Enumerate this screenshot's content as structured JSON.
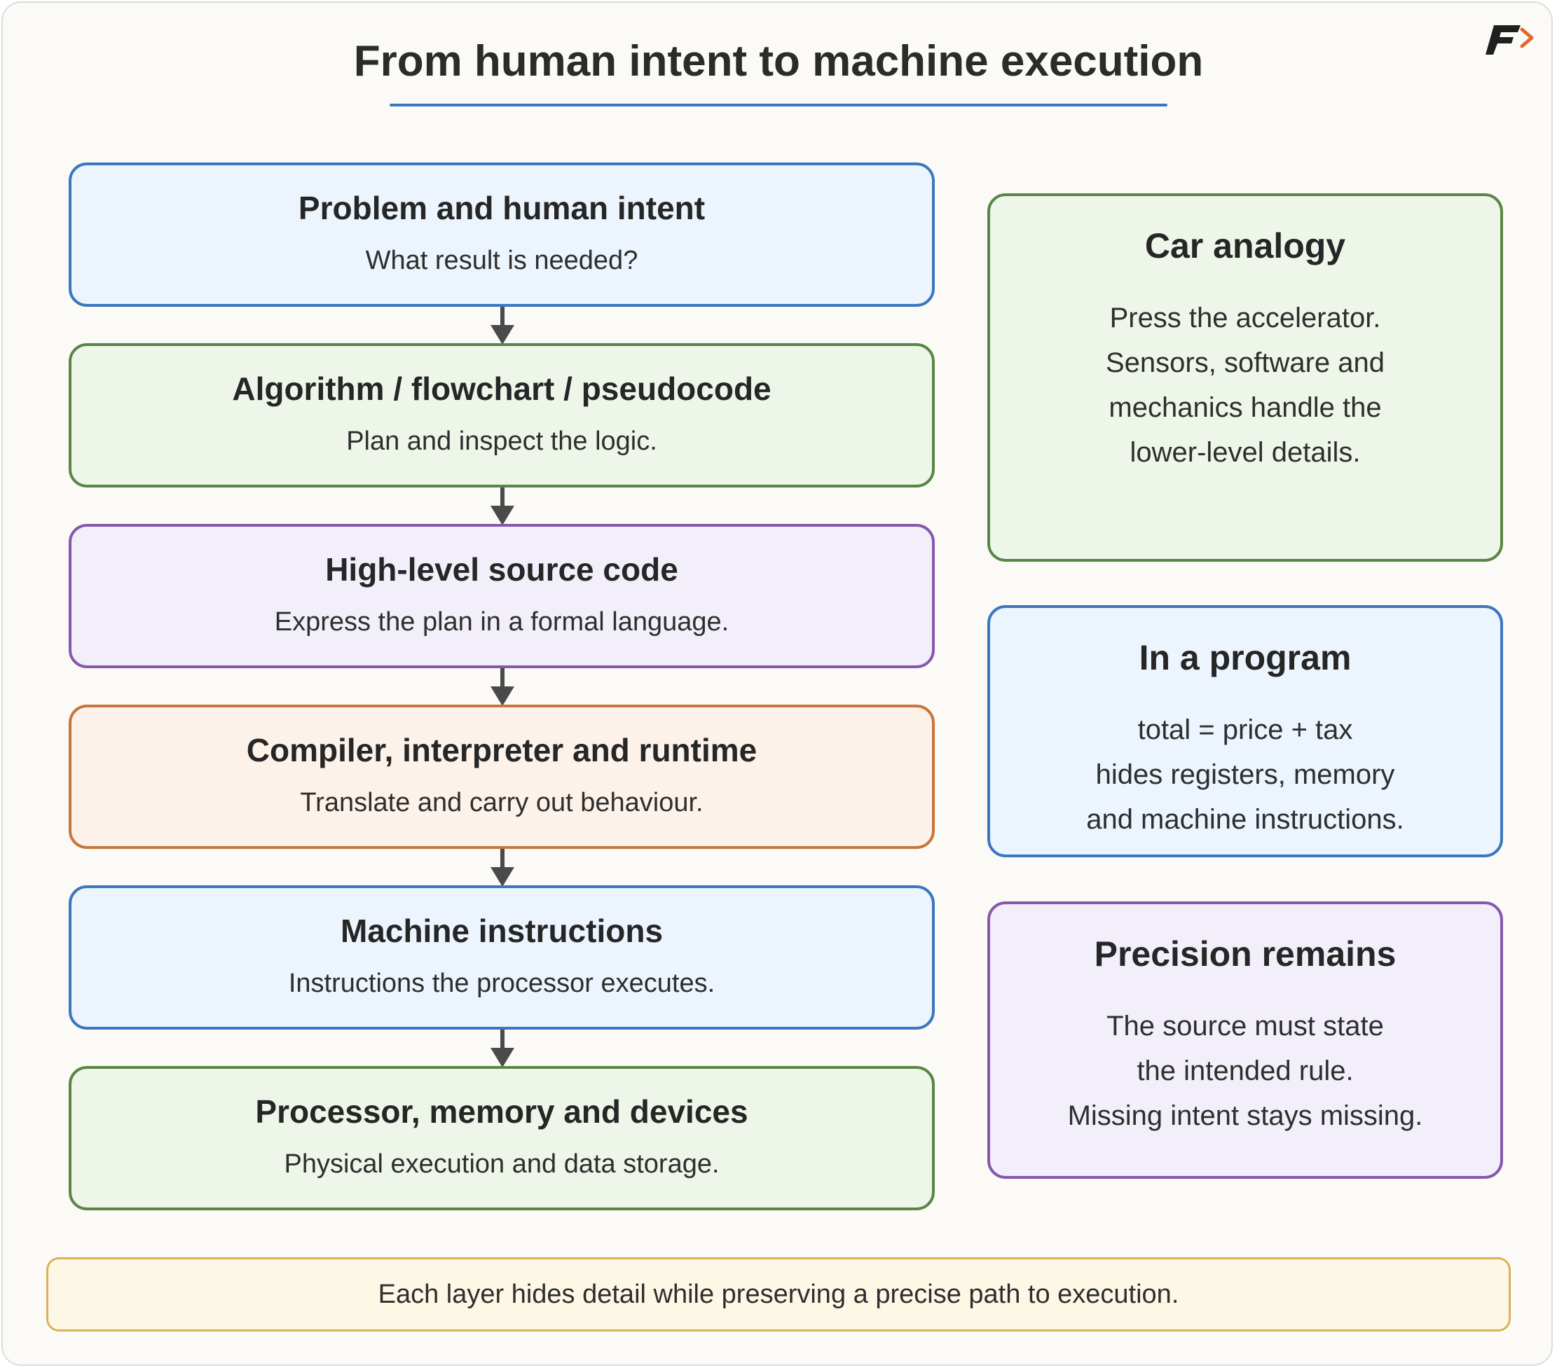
{
  "title": "From human intent to machine execution",
  "logo": {
    "icon": "brand-f-arrow-logo",
    "colors": [
      "#1f1f1f",
      "#e06a2c"
    ]
  },
  "steps": [
    {
      "heading": "Problem and human intent",
      "description": "What result is needed?",
      "color": "blue"
    },
    {
      "heading": "Algorithm / flowchart / pseudocode",
      "description": "Plan and inspect the logic.",
      "color": "green"
    },
    {
      "heading": "High-level source code",
      "description": "Express the plan in a formal language.",
      "color": "purple"
    },
    {
      "heading": "Compiler, interpreter and runtime",
      "description": "Translate and carry out behaviour.",
      "color": "orange"
    },
    {
      "heading": "Machine instructions",
      "description": "Instructions the processor executes.",
      "color": "blue"
    },
    {
      "heading": "Processor, memory and devices",
      "description": "Physical execution and data storage.",
      "color": "green"
    }
  ],
  "side_panels": [
    {
      "heading": "Car analogy",
      "lines": [
        "Press the accelerator.",
        "Sensors, software and",
        "mechanics handle the",
        "lower-level details."
      ],
      "color": "green"
    },
    {
      "heading": "In a program",
      "lines": [
        "total = price + tax",
        "hides registers, memory",
        "and machine instructions."
      ],
      "color": "blue"
    },
    {
      "heading": "Precision remains",
      "lines": [
        "The source must state",
        "the intended rule.",
        "Missing intent stays missing."
      ],
      "color": "purple"
    }
  ],
  "footer": "Each layer hides detail while preserving a precise path to execution.",
  "colors": {
    "blue_border": "#3b77bf",
    "blue_fill": "#ecf4fd",
    "green_border": "#5a8645",
    "green_fill": "#eef6ea",
    "purple_border": "#8658ad",
    "purple_fill": "#f3effa",
    "orange_border": "#c7763b",
    "orange_fill": "#fdf2ea",
    "footer_border": "#d9b25a",
    "footer_fill": "#fdf8e6",
    "arrow": "#4a4a4a"
  }
}
